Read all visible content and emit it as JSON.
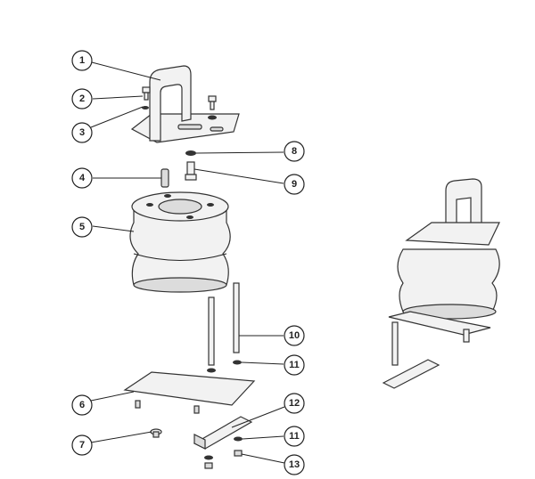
{
  "callouts": [
    "1",
    "2",
    "3",
    "4",
    "5",
    "6",
    "7",
    "8",
    "9",
    "10",
    "11",
    "12",
    "11",
    "13"
  ]
}
